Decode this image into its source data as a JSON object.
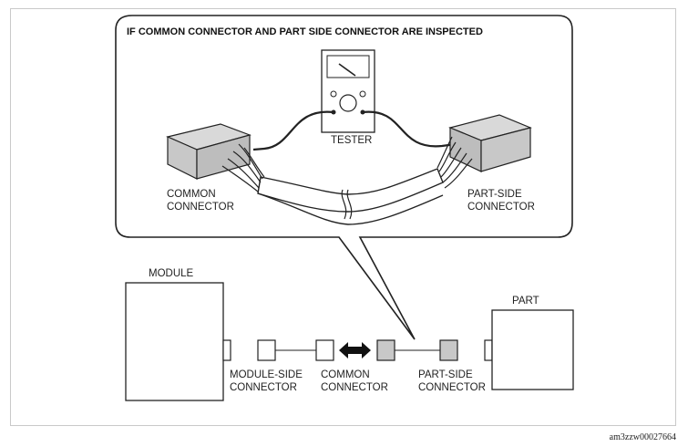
{
  "callout": {
    "title": "IF COMMON CONNECTOR AND PART SIDE CONNECTOR ARE INSPECTED",
    "tester_label": "TESTER",
    "common_connector_label": [
      "COMMON",
      "CONNECTOR"
    ],
    "part_side_connector_label": [
      "PART-SIDE",
      "CONNECTOR"
    ]
  },
  "circuit": {
    "module_label": "MODULE",
    "part_label": "PART",
    "module_side_connector_label": [
      "MODULE-SIDE",
      "CONNECTOR"
    ],
    "common_connector_label": [
      "COMMON",
      "CONNECTOR"
    ],
    "part_side_connector_label": [
      "PART-SIDE",
      "CONNECTOR"
    ]
  },
  "figure_code": "am3zzw00027664",
  "colors": {
    "connector_gray": "#c8c8c8",
    "stroke": "#222222",
    "frame": "#c9c9c9"
  },
  "icons": {
    "swap_arrow": "double-headed-arrow-icon"
  }
}
